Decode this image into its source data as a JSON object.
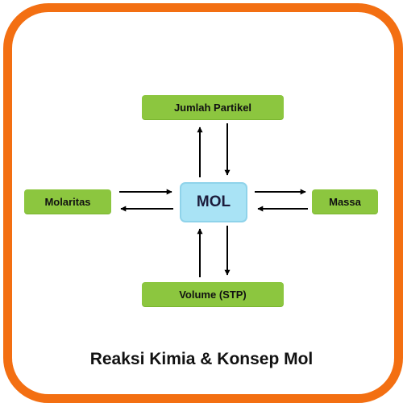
{
  "center": {
    "label": "MOL"
  },
  "nodes": {
    "top": "Jumlah Partikel",
    "bottom": "Volume (STP)",
    "left": "Molaritas",
    "right": "Massa"
  },
  "caption": "Reaksi Kimia & Konsep Mol",
  "colors": {
    "frame": "#f36f12",
    "node": "#8cc63f",
    "center": "#a9e3f5"
  }
}
